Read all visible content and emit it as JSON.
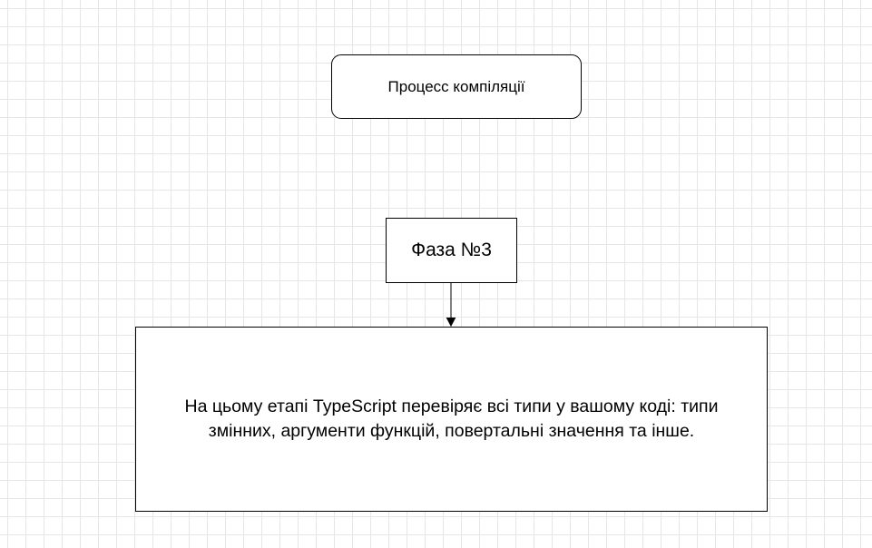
{
  "diagram": {
    "title_node": {
      "label": "Процесс компіляції"
    },
    "phase_node": {
      "label": "Фаза №3"
    },
    "description_node": {
      "label": "На цьому етапі TypeScript перевіряє всі типи у вашому коді: типи змінних, аргументи функцій, повертальні значення та інше."
    },
    "edges": [
      {
        "from": "phase_node",
        "to": "description_node",
        "directed": true
      }
    ]
  }
}
